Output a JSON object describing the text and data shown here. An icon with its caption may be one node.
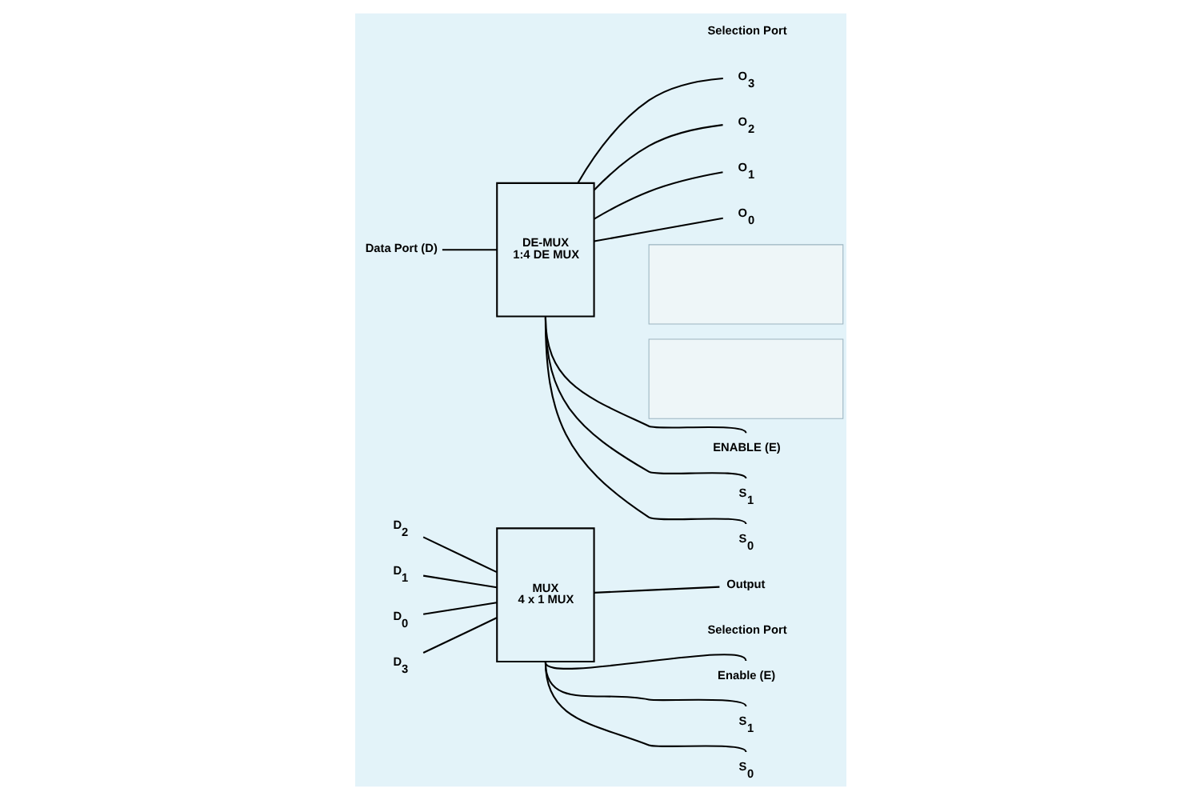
{
  "diagram": {
    "nodes": [
      {
        "text": [
          "DE-MUX",
          "1:4 DE MUX"
        ]
      },
      {
        "text": [
          "Data Port (D)"
        ]
      },
      {
        "text": [
          "O$_{3}$"
        ]
      },
      {
        "text": [
          "O$_{2}$"
        ]
      },
      {
        "text": [
          "O$_{1}$"
        ]
      },
      {
        "text": [
          "O$_{0}$"
        ]
      },
      {
        "text": [
          "ENABLE (E)"
        ]
      },
      {
        "text": [
          "S$_{1}$"
        ]
      },
      {
        "text": [
          "S$_{0}$"
        ]
      },
      {
        "text": [
          "MUX",
          "4 x 1 MUX"
        ]
      },
      {
        "text": [
          "D$_{3}$"
        ]
      },
      {
        "text": [
          "D$_{2}$"
        ]
      },
      {
        "text": [
          "D$_{1}$"
        ]
      },
      {
        "text": [
          "D$_{0}$"
        ]
      },
      {
        "text": [
          "Output"
        ]
      },
      {
        "text": [
          "Enable (E)"
        ]
      },
      {
        "text": [
          "S$_{1}$"
        ]
      },
      {
        "text": [
          "S$_{0}$"
        ]
      },
      {
        "text": [],
        "shape": "box"
      },
      {
        "text": [],
        "shape": "box"
      }
    ],
    "edges": [
      {
        "from": 1,
        "to": 0,
        "arrow": "none"
      },
      {
        "from": 0,
        "to": 2,
        "arrow": "none"
      },
      {
        "from": 0,
        "to": 3,
        "arrow": "none"
      },
      {
        "from": 0,
        "to": 4,
        "arrow": "none"
      },
      {
        "from": 0,
        "to": 5,
        "arrow": "none"
      },
      {
        "from": 0,
        "to": 6,
        "arrow": "none"
      },
      {
        "from": 0,
        "to": 7,
        "arrow": "none"
      },
      {
        "from": 0,
        "to": 8,
        "arrow": "none"
      },
      {
        "from": 10,
        "to": 9,
        "arrow": "none"
      },
      {
        "from": 11,
        "to": 9,
        "arrow": "none"
      },
      {
        "from": 12,
        "to": 9,
        "arrow": "none"
      },
      {
        "from": 13,
        "to": 9,
        "arrow": "none"
      },
      {
        "from": 9,
        "to": 14,
        "arrow": "none"
      },
      {
        "from": 9,
        "to": 15,
        "arrow": "none"
      },
      {
        "from": 9,
        "to": 16,
        "arrow": "none"
      },
      {
        "from": 9,
        "to": 17,
        "arrow": "none"
      }
    ],
    "labels": [
      "Selection Port",
      "Selection Port"
    ]
  }
}
